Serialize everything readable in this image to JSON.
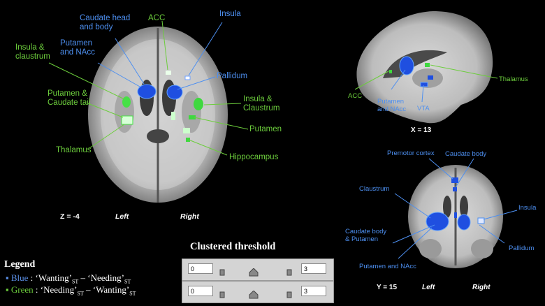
{
  "axial": {
    "labels": {
      "caudate_head_body": [
        "Caudate head",
        "and body"
      ],
      "acc": "ACC",
      "insula": "Insula",
      "putamen_nacc": [
        "Putamen",
        "and NAcc"
      ],
      "insula_claustrum_left": [
        "Insula &",
        "claustrum"
      ],
      "pallidum": "Pallidum",
      "putamen_caudate_tail": [
        "Putamen &",
        "Caudate tail"
      ],
      "insula_claustrum_right": [
        "Insula &",
        "Claustrum"
      ],
      "putamen": "Putamen",
      "thalamus": "Thalamus",
      "hippocampus": "Hippocampus"
    },
    "coord": "Z = -4",
    "left": "Left",
    "right": "Right"
  },
  "sagittal": {
    "labels": {
      "thalamus": "Thalamus",
      "acc": "ACC",
      "putamen_nacc": [
        "Putamen",
        "and NAcc"
      ],
      "vta": "VTA"
    },
    "coord": "X = 13"
  },
  "coronal": {
    "labels": {
      "premotor": "Premotor cortex",
      "caudate_body": "Caudate body",
      "claustrum": "Claustrum",
      "insula": "Insula",
      "caudate_body_putamen": [
        "Caudate body",
        "& Putamen"
      ],
      "pallidum": "Pallidum",
      "putamen_nacc": "Putamen and NAcc"
    },
    "coord": "Y = 15",
    "left": "Left",
    "right": "Right"
  },
  "legend": {
    "title": "Legend",
    "blue_key": "Blue",
    "blue_expr": [
      "‘Wanting’",
      "ST",
      " – ‘Needing’",
      "ST"
    ],
    "green_key": "Green",
    "green_expr": [
      "‘Needing’",
      "ST",
      " – ‘Wanting’",
      "ST"
    ]
  },
  "threshold": {
    "title": "Clustered threshold",
    "blue": {
      "min": "0",
      "max": "3"
    },
    "green": {
      "min": "0",
      "max": "3"
    }
  },
  "colors": {
    "blue": "#4d8ff0",
    "green": "#6ccd3c",
    "activation_blue": "#1f4fe0",
    "activation_green": "#3fd83f"
  }
}
